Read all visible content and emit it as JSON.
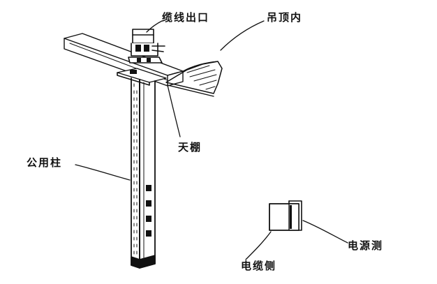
{
  "labels": {
    "cable_outlet": "缆线出口",
    "ceiling_inside": "吊顶内",
    "ceiling": "天棚",
    "common_column": "公用柱",
    "power_side": "电源测",
    "cable_side": "电缆侧"
  },
  "colors": {
    "ink": "#111111",
    "background": "#ffffff"
  }
}
